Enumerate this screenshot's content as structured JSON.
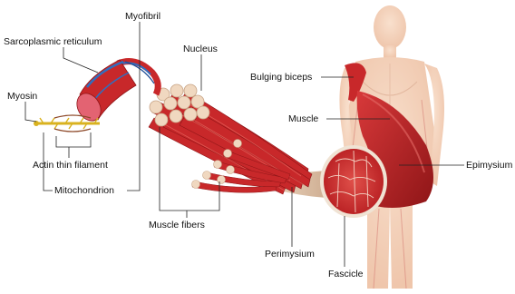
{
  "labels": {
    "sarcoplasmic_reticulum": "Sarcoplasmic reticulum",
    "myofibril": "Myofibril",
    "nucleus": "Nucleus",
    "bulging_biceps": "Bulging biceps",
    "myosin": "Myosin",
    "muscle": "Muscle",
    "epimysium": "Epimysium",
    "actin_thin_filament": "Actin thin filament",
    "mitochondrion": "Mitochondrion",
    "muscle_fibers": "Muscle fibers",
    "perimysium": "Perimysium",
    "fascicle": "Fascicle"
  },
  "colors": {
    "muscle_red": "#c8282a",
    "muscle_dark": "#8e1517",
    "fiber_end": "#f0d8c0",
    "skin": "#f4c9a8",
    "myosin_yellow": "#d9b21f",
    "sr_blue": "#2f6fc0"
  }
}
